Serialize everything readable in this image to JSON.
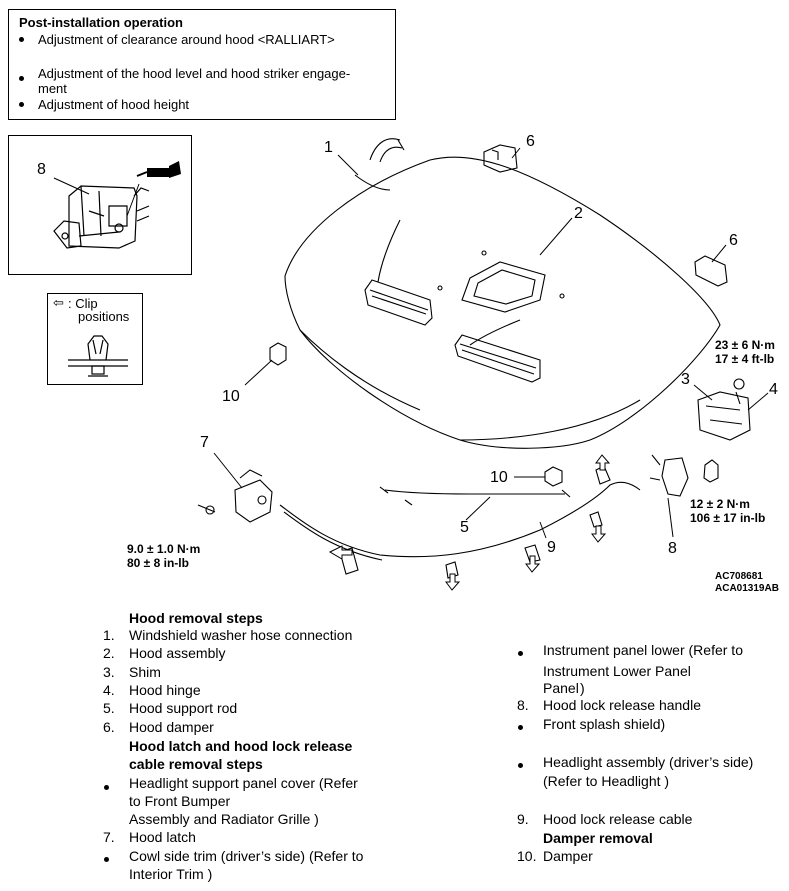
{
  "post_installation": {
    "title": "Post-installation operation",
    "items": [
      "Adjustment of clearance around hood <RALLIART>",
      "Adjustment of the hood level and hood striker engage-",
      "ment",
      "Adjustment of hood height"
    ]
  },
  "clip_box": {
    "line1": ": Clip",
    "line2": "positions",
    "arrow": "⇦"
  },
  "callouts": {
    "c1": "1",
    "c2": "2",
    "c3": "3",
    "c4": "4",
    "c5": "5",
    "c6a": "6",
    "c6b": "6",
    "c7": "7",
    "c8a": "8",
    "c8b": "8",
    "c9": "9",
    "c10a": "10",
    "c10b": "10"
  },
  "torques": {
    "t1a": "23 ± 6 N·m",
    "t1b": "17 ± 4 ft-lb",
    "t2a": "12 ± 2 N·m",
    "t2b": "106 ± 17 in-lb",
    "t3a": "9.0 ± 1.0 N·m",
    "t3b": "80 ± 8 in-lb"
  },
  "codes": {
    "code1": "AC708681",
    "code2": "ACA01319AB"
  },
  "steps": {
    "hood_title": "Hood removal steps",
    "s1n": "1.",
    "s1": "Windshield washer hose connection",
    "s2n": "2.",
    "s2": "Hood assembly",
    "s3n": "3.",
    "s3": "Shim",
    "s4n": "4.",
    "s4": "Hood hinge",
    "s5n": "5.",
    "s5": "Hood support rod",
    "s6n": "6.",
    "s6": "Hood damper",
    "latch_title1": "Hood latch and hood lock release",
    "latch_title2": "cable removal steps",
    "b1a": "Headlight support panel cover (Refer",
    "b1b": "to Front Bumper",
    "b1c": "Assembly and Radiator Grille )",
    "s7n": "7.",
    "s7": "Hood latch",
    "b2a": "Cowl side trim (driver’s side) (Refer to",
    "b2b": "Interior Trim )",
    "b3a": "Instrument panel lower (Refer to",
    "b3b": "Instrument Lower Panel",
    "b3c": "Panel )",
    "s8n": "8.",
    "s8": "Hood lock release handle",
    "b4": "Front splash shield)",
    "b5a": "Headlight assembly (driver’s side)",
    "b5b": "(Refer to Headlight )",
    "s9n": "9.",
    "s9": "Hood lock release cable",
    "damper_title": "Damper removal",
    "s10n": "10.",
    "s10": "Damper"
  }
}
